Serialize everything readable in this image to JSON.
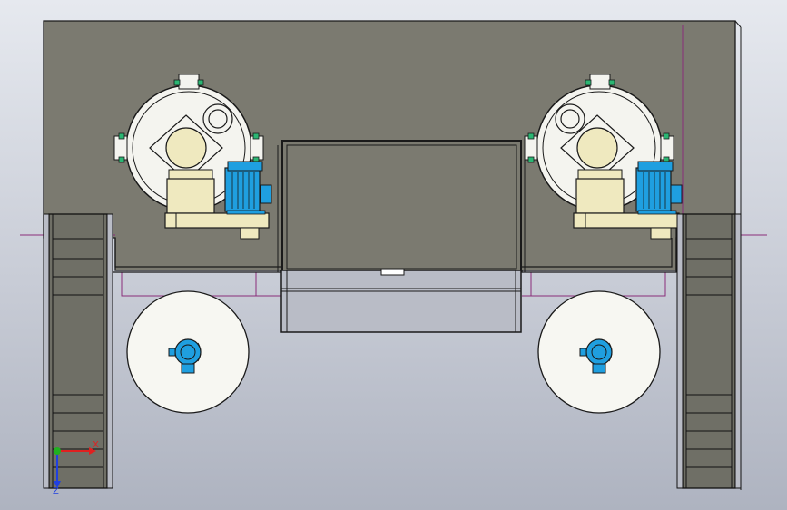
{
  "scene": {
    "colors": {
      "background_top": "#e6e9ef",
      "background_bottom": "#aeb3c0",
      "plate": "#7b7a70",
      "outline": "#1a1a1a",
      "tank_fill": "#f4f4ef",
      "drum_fill": "#f7f7f2",
      "gearbox": "#efe9bf",
      "motor": "#1f9fe0",
      "fitting": "#2bb673",
      "stair": "#6f6f66",
      "stair_line": "#111111",
      "centerline": "#8a2d7a"
    },
    "mixer_units": [
      {
        "id": "left",
        "has_motor": true
      },
      {
        "id": "right",
        "has_motor": true
      }
    ],
    "drums": [
      {
        "id": "left",
        "has_pump": true
      },
      {
        "id": "right",
        "has_pump": true
      }
    ],
    "axis_triad": {
      "x_label": "X",
      "z_label": "Z",
      "x_color": "#e02020",
      "y_color": "#20b020",
      "z_color": "#2040e0"
    }
  }
}
